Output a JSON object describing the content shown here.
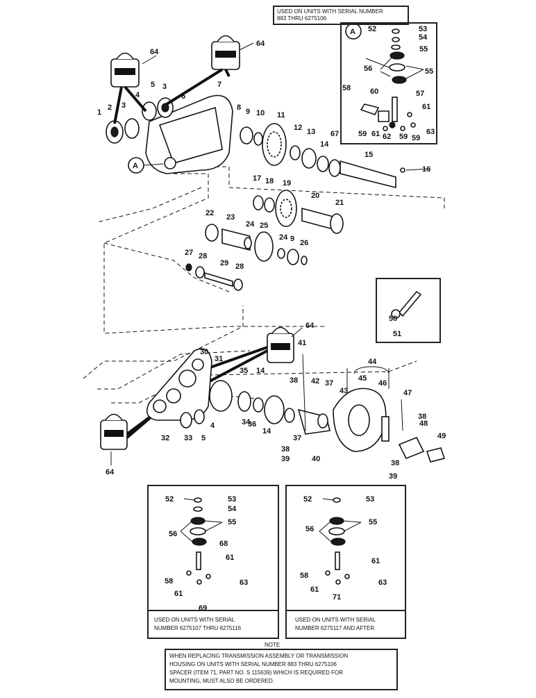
{
  "notes": {
    "serial_top": [
      "USED ON UNITS WITH SERIAL NUMBER",
      "883 THRU 6275106"
    ],
    "inset_left": [
      "USED ON UNITS WITH SERIAL",
      "NUMBER 6275107 THRU 6275116"
    ],
    "inset_right": [
      "USED ON UNITS WITH SERIAL",
      "NUMBER 6275117 AND AFTER"
    ],
    "note_title": "NOTE",
    "note_body": [
      "WHEN REPLACING TRANSMISSION ASSEMBLY OR TRANSMISSION",
      "HOUSING ON UNITS WITH SERIAL NUMBER 883 THRU 6275106",
      "SPACER (item 71, part no. S 115639) WHICH IS REQUIRED FOR",
      "MOUNTING, MUST ALSO BE ORDERED."
    ]
  },
  "markers": {
    "ref": "A"
  },
  "lubricant_label": "64",
  "callouts": {
    "main": [
      "1",
      "2",
      "3",
      "4",
      "5",
      "3",
      "6",
      "7",
      "8",
      "9",
      "10",
      "11",
      "12",
      "13",
      "14",
      "67",
      "15",
      "16",
      "17",
      "18",
      "19",
      "20",
      "21",
      "22",
      "23",
      "24",
      "25",
      "24",
      "9",
      "26",
      "27",
      "28",
      "29",
      "28",
      "30",
      "31",
      "35",
      "14",
      "38",
      "41",
      "42",
      "37",
      "45",
      "46",
      "44",
      "47",
      "38",
      "48",
      "49",
      "36",
      "14",
      "37",
      "38",
      "39",
      "40",
      "43",
      "38",
      "39",
      "32",
      "33",
      "5",
      "4",
      "34",
      "50",
      "51",
      "64",
      "64",
      "64",
      "64"
    ],
    "inset_top": [
      "52",
      "53",
      "54",
      "55",
      "56",
      "55",
      "58",
      "60",
      "57",
      "61",
      "59",
      "59",
      "61",
      "62",
      "59",
      "63"
    ],
    "inset_left": [
      "52",
      "53",
      "54",
      "55",
      "56",
      "68",
      "61",
      "58",
      "61",
      "63",
      "69"
    ],
    "inset_right": [
      "52",
      "53",
      "55",
      "56",
      "61",
      "58",
      "61",
      "63",
      "71"
    ]
  }
}
